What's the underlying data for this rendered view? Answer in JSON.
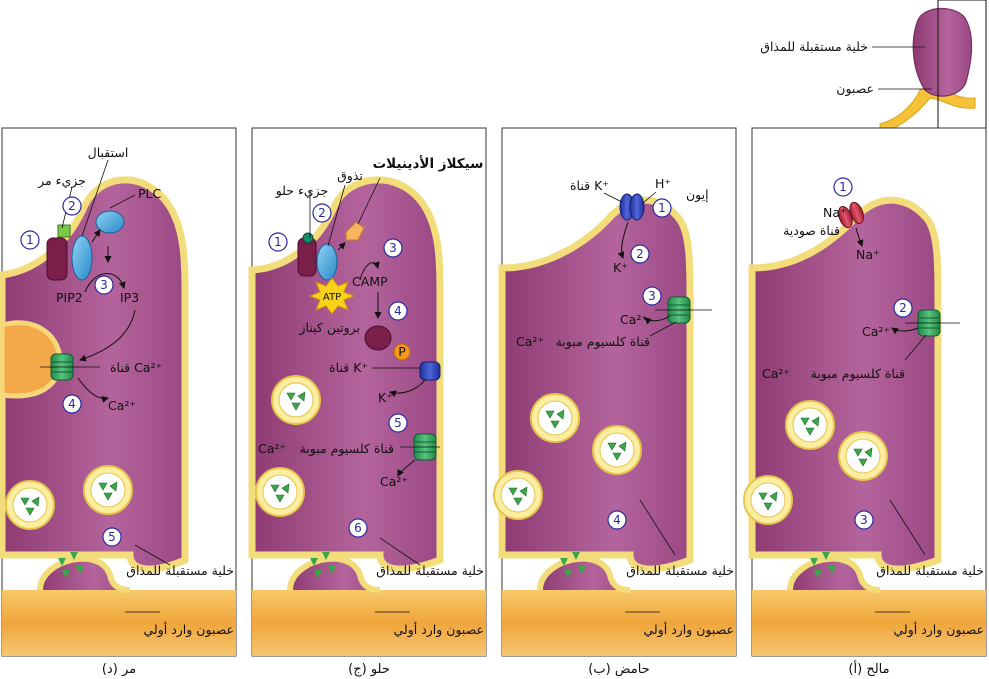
{
  "overview": {
    "cell_label": "خلية مستقبلة للمذاق",
    "nerve_label": "عصبون"
  },
  "common": {
    "receptor_cell": "خلية مستقبلة للمذاق",
    "afferent_neuron": "عصبون وارد أولي",
    "calcium_channel": "قناة كلسيوم مبوبة",
    "ca2": "Ca²⁺"
  },
  "panels": {
    "salty": {
      "caption": "(أ) مالح",
      "sodium_channel": "قناة صودية",
      "na_in": "Na⁺",
      "na_out": "Na⁺",
      "steps": [
        "1",
        "2",
        "3"
      ]
    },
    "sour": {
      "caption": "(ب) حامض",
      "ion_label": "إيون",
      "h_ion": "H⁺",
      "k_channel": "قناة K⁺",
      "k_out": "K⁺",
      "steps": [
        "1",
        "2",
        "3",
        "4"
      ]
    },
    "sweet": {
      "caption": "(ج) حلو",
      "sweet_molecule": "جزيء حلو",
      "taste": "تذوق",
      "adenylate_cyclase": "سيكلاز الأدينيلات",
      "camp": "CAMP",
      "atp": "ATP",
      "protein_kinase": "بروتين كيناز",
      "phosphate": "P",
      "k_channel": "قناة K⁺",
      "k_out": "K⁺",
      "steps": [
        "1",
        "2",
        "3",
        "4",
        "5",
        "6"
      ]
    },
    "bitter": {
      "caption": "(د) مر",
      "bitter_molecule": "جزيء مر",
      "receptor": "استقبال",
      "plc": "PLC",
      "pip2": "PIP2",
      "ip3": "IP3",
      "ca_channel": "قناة Ca²⁺",
      "steps": [
        "1",
        "2",
        "3",
        "4",
        "5"
      ]
    }
  }
}
